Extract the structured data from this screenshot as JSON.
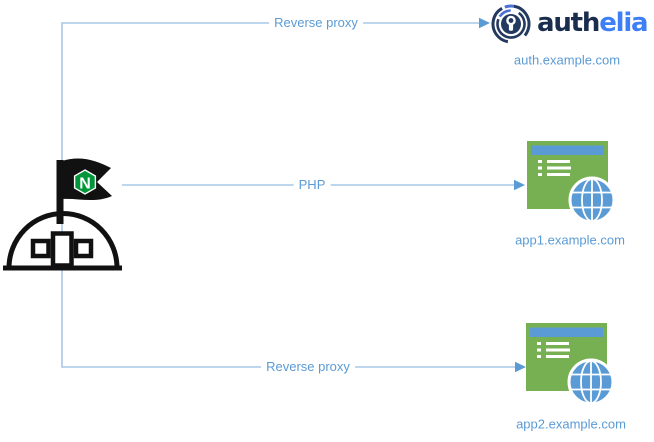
{
  "diagram": {
    "labels": {
      "edge_top": "Reverse proxy",
      "edge_mid": "PHP",
      "edge_bottom": "Reverse proxy"
    },
    "nodes": {
      "nginx": {
        "flag_letter": "N"
      },
      "authelia": {
        "brand_prefix": "auth",
        "brand_suffix": "elia",
        "domain": "auth.example.com"
      },
      "app1": {
        "domain": "app1.example.com"
      },
      "app2": {
        "domain": "app2.example.com"
      }
    },
    "colors": {
      "connector_line": "#A9C7E8",
      "arrowhead": "#5B9BD5",
      "edge_label_text": "#5B9BD5",
      "domain_label_text": "#5B9BD5",
      "nginx_hexagon_green": "#009639",
      "icon_outline_black": "#111111",
      "window_green": "#77B052",
      "window_titlebar_blue": "#5B9BD5",
      "globe_blue": "#5B9BD5",
      "authelia_navy": "#24395F",
      "authelia_wordmark_navy": "#1B2D4E",
      "authelia_wordmark_blue": "#3D7FF7"
    }
  }
}
